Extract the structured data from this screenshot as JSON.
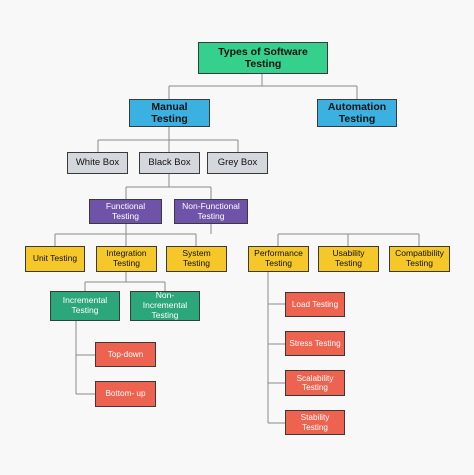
{
  "root": "Types of Software Testing",
  "manual": "Manual Testing",
  "automation": "Automation Testing",
  "white_box": "White Box",
  "black_box": "Black Box",
  "grey_box": "Grey Box",
  "functional": "Functional Testing",
  "non_functional": "Non-Functional Testing",
  "unit": "Unit Testing",
  "integration": "Integration Testing",
  "system": "System Testing",
  "performance": "Performance Testing",
  "usability": "Usability Testing",
  "compatibility": "Compatibility Testing",
  "incremental": "Incremental Testing",
  "non_incremental": "Non- Incremental Testing",
  "top_down": "Top-down",
  "bottom_up": "Bottom- up",
  "load": "Load Testing",
  "stress": "Stress Testing",
  "scalability": "Scalability Testing",
  "stability": "Stability Testing"
}
